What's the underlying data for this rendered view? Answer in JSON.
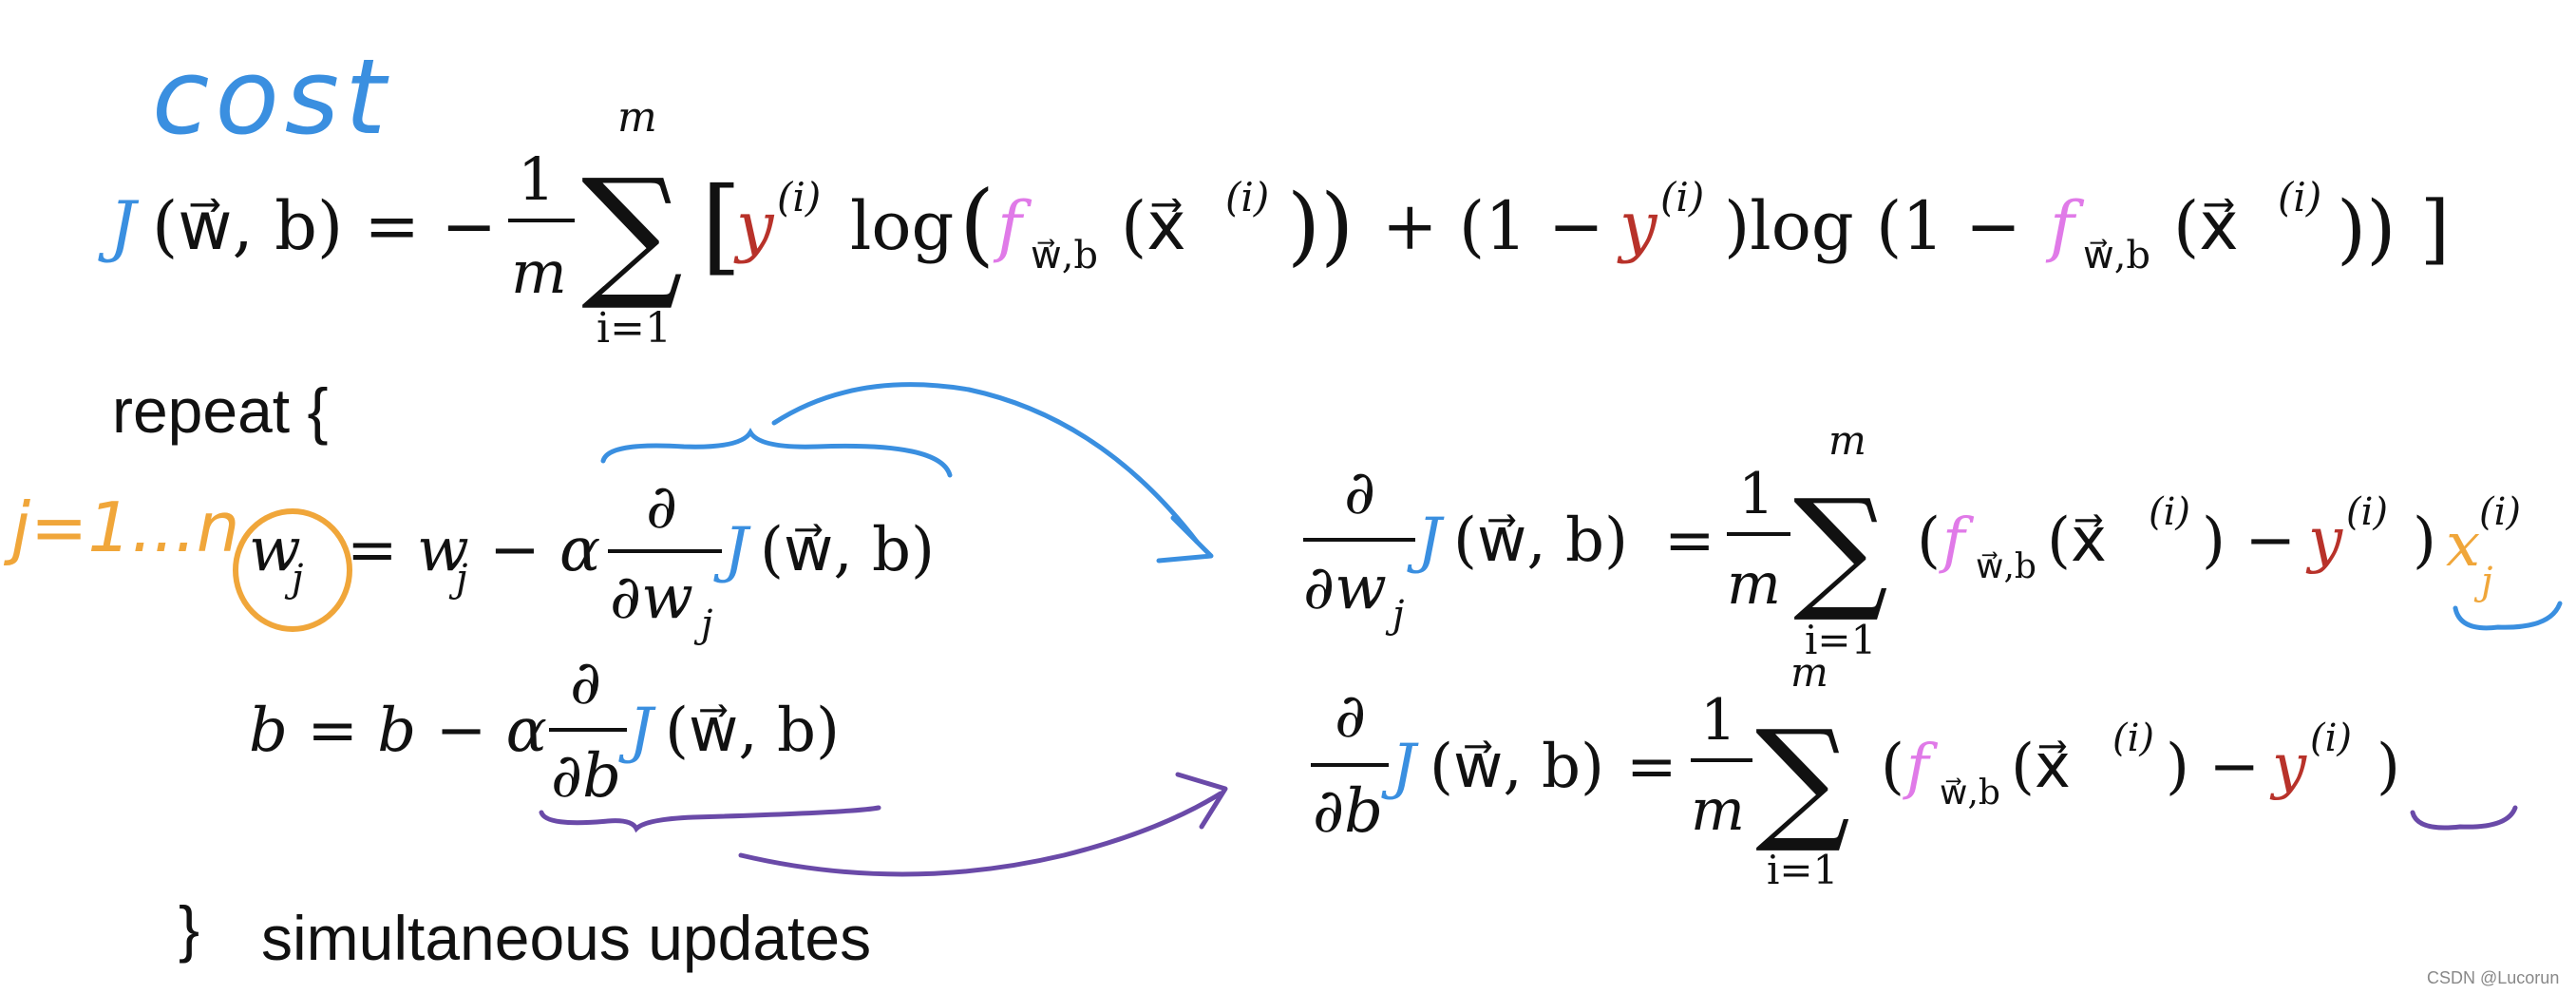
{
  "annotations": {
    "cost_label": "cost",
    "index_range_label": "j=1...n"
  },
  "cost_equation": {
    "lhs_J": "J",
    "lhs_args": "(w⃗, b) = −",
    "frac_num": "1",
    "frac_den": "m",
    "sum_top": "m",
    "sum_bot": "i=1",
    "open_bracket": "[",
    "y1": "y",
    "sup_i": "(i)",
    "log1": "log",
    "f1": "f",
    "f_sub": "w⃗,b",
    "x_arg": "(x⃗",
    "close_arg": "))",
    "plus_one_minus": "+ (1 −",
    "y2": "y",
    "log2_part": ")log",
    "one_minus": "(1 −",
    "f2": "f",
    "x_arg2": "(x⃗",
    "close_all": ")) ]"
  },
  "algorithm": {
    "repeat_label": "repeat {",
    "close_label": "}",
    "footer": "simultaneous updates",
    "w_update_lhs": "w",
    "w_sub": "j",
    "w_update_mid": "= w",
    "w_update_alpha": "− α",
    "partial": "∂",
    "partial_w_den": "∂w",
    "J": "J",
    "J_args": "(w⃗, b)",
    "b_update": "b = b − α",
    "partial_b_den": "∂b"
  },
  "derivatives": {
    "dw_lhs_num": "∂",
    "dw_lhs_den": "∂w",
    "dw_j": "j",
    "J": "J",
    "J_args": "(w⃗, b)",
    "equals": "=",
    "one": "1",
    "m": "m",
    "sum_top": "m",
    "sum_bot": "i=1",
    "open_paren": "(",
    "f": "f",
    "f_sub": "w⃗,b",
    "x_part": "(x⃗",
    "sup_i": "(i)",
    "minus_y_paren": ") −",
    "y": "y",
    "close_paren": ")",
    "x_j": "x",
    "x_j_sub": "j",
    "db_lhs_den": "∂b",
    "watermark": "CSDN @Lucorun"
  },
  "colors": {
    "J": "#3a8fe0",
    "y": "#b8322a",
    "f": "#e07ae8",
    "x_j": "#f0a63a",
    "blue_annotation": "#3a8fe0",
    "orange_annotation": "#f0a63a",
    "purple_annotation": "#6a4aa8",
    "text": "#111111"
  }
}
